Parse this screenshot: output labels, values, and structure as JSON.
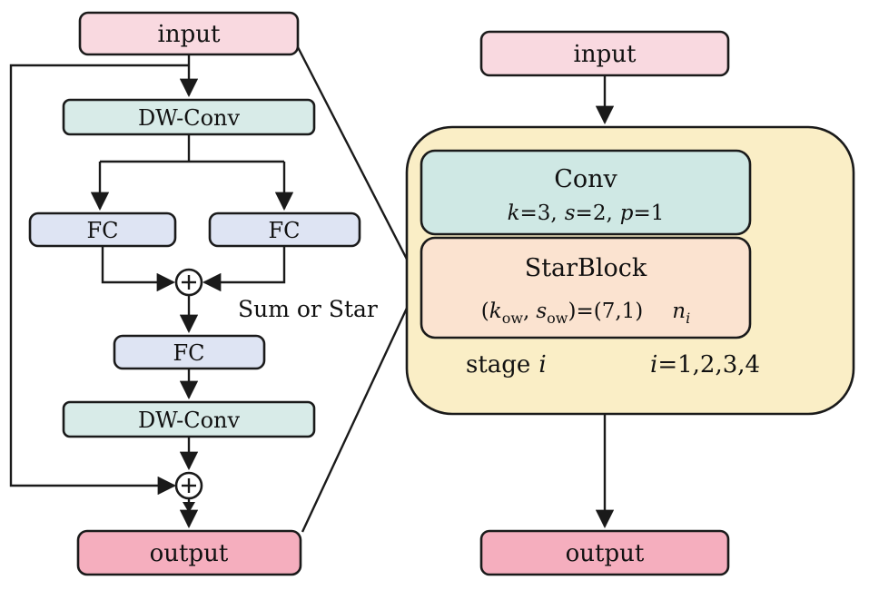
{
  "left": {
    "input_label": "input",
    "dwconv_top_label": "DW-Conv",
    "fc_left_label": "FC",
    "fc_right_label": "FC",
    "sum_or_star_label": "Sum or Star",
    "fc_mid_label": "FC",
    "dwconv_bottom_label": "DW-Conv",
    "output_label": "output"
  },
  "right": {
    "input_label": "input",
    "conv_title": "Conv",
    "conv_params": {
      "k": "k",
      "k_eq": "=3,",
      "s": "s",
      "s_eq": "=2,",
      "p": "p",
      "p_eq": "=1"
    },
    "starblock_title": "StarBlock",
    "starblock_params": {
      "open": "(",
      "k": "k",
      "k_sub": "ow",
      "comma": ",",
      "s": "s",
      "s_sub": "ow",
      "rest": ")=(7,1)",
      "n": "n",
      "n_sub": "i"
    },
    "stage_prefix": "stage",
    "stage_var": "i",
    "range_var": "i",
    "range_text": "=1,2,3,4",
    "output_label": "output"
  },
  "colors": {
    "input_fill": "#f9d9e0",
    "output_fill": "#f5aebe",
    "dwconv_fill": "#d8ebe8",
    "fc_fill": "#dee4f3",
    "container_fill": "#faeec6",
    "conv_fill": "#cfe8e4",
    "starblock_fill": "#fbe3d0",
    "circle_fill": "#ffffff",
    "stroke": "#1a1a1a"
  }
}
